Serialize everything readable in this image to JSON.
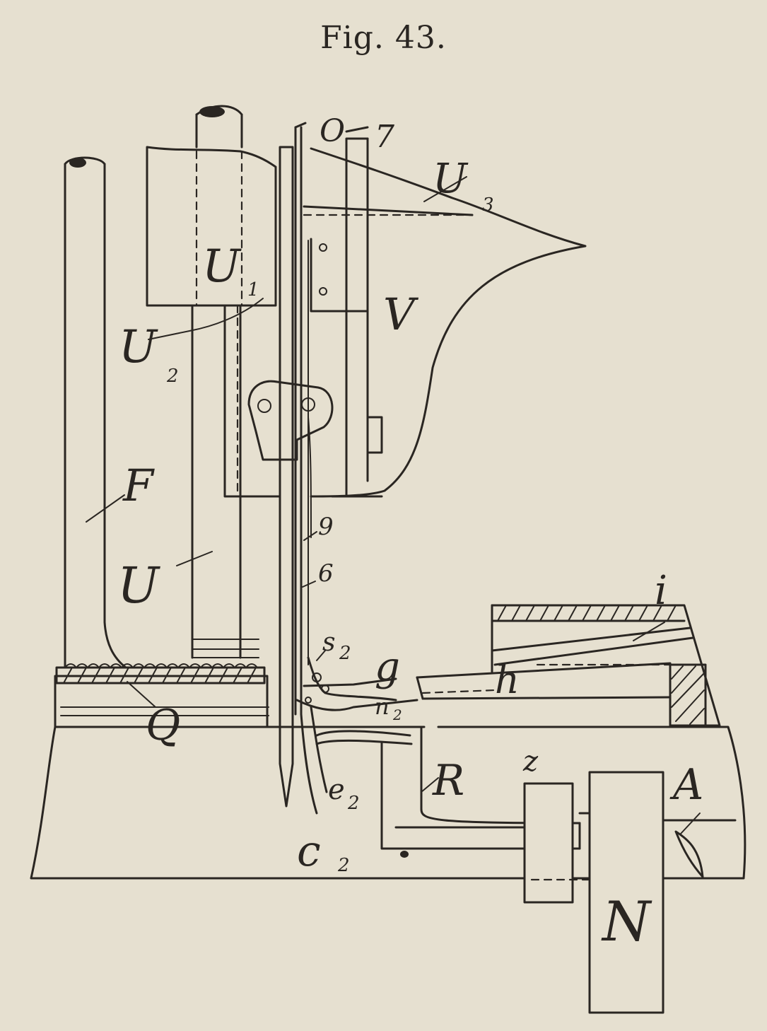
{
  "figure": {
    "caption": "Fig. 43."
  },
  "labels": {
    "U": "U",
    "U1": "U",
    "U1_sub": "1",
    "U2": "U",
    "U2_sub": "2",
    "U3": "U",
    "U3_sub": "3",
    "V": "V",
    "O": "O",
    "seven": "7",
    "F": "F",
    "Q": "Q",
    "R": "R",
    "A": "A",
    "N": "N",
    "i": "i",
    "h": "h",
    "g": "g",
    "nine": "9",
    "six": "6",
    "s2": "s",
    "s2_sub": "2",
    "e2": "e",
    "e2_sub": "2",
    "c2": "c",
    "c2_sub": "2",
    "z": "z",
    "n2": "n",
    "n2_sub": "2"
  },
  "colors": {
    "paper": "#e6e0d0",
    "ink": "#2a2622"
  }
}
